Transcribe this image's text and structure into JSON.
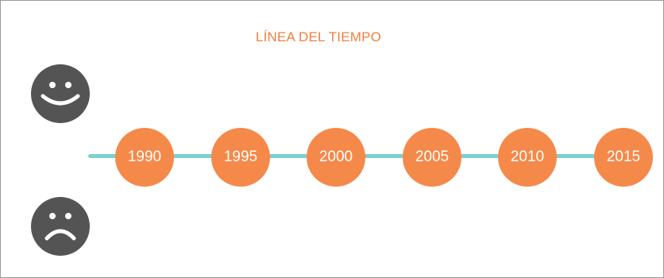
{
  "title": "LÍNEA DEL TIEMPO",
  "faces": {
    "top": "happy-face-icon",
    "bottom": "sad-face-icon"
  },
  "years": [
    "1990",
    "1995",
    "2000",
    "2005",
    "2010",
    "2015"
  ],
  "colors": {
    "accent": "#f5894a",
    "title": "#f07f3c",
    "line": "#7fcfcf",
    "face": "#545454",
    "face_features": "#ffffff"
  }
}
